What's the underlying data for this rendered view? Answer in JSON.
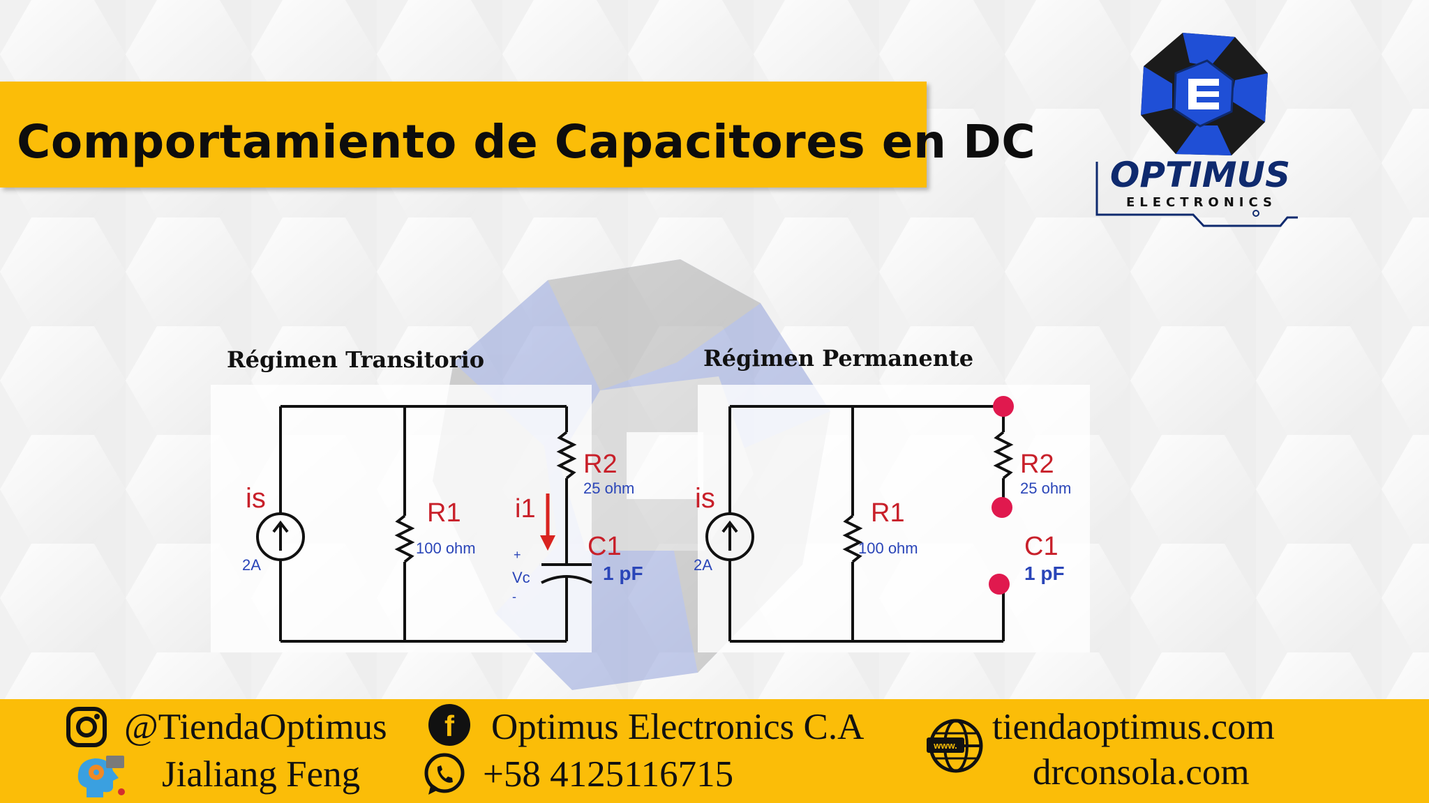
{
  "slide": {
    "title": "Comportamiento de Capacitores en DC"
  },
  "logo": {
    "wordmark": "OPTIMUS",
    "tagline": "ELECTRONICS",
    "colors": {
      "blue": "#1f4fd6",
      "dark": "#1b1b1b",
      "navy": "#0f2a6e"
    }
  },
  "diagram": {
    "left_heading": "Régimen Transitorio",
    "right_heading": "Régimen Permanente",
    "left": {
      "source_label": "is",
      "source_value": "2A",
      "r1_label": "R1",
      "r1_value": "100  ohm",
      "r2_label": "R2",
      "r2_value": "25 ohm",
      "current_label": "i1",
      "c1_label": "C1",
      "c1_value": "1 pF",
      "vc_plus": "+",
      "vc_label": "Vc",
      "vc_minus": "-"
    },
    "right": {
      "source_label": "is",
      "source_value": "2A",
      "r1_label": "R1",
      "r1_value": "100  ohm",
      "r2_label": "R2",
      "r2_value": "25 ohm",
      "c1_label": "C1",
      "c1_value": "1 pF"
    },
    "colors": {
      "label_red": "#c8202a",
      "value_blue": "#2a45b8",
      "node": "#e0194e",
      "arrow": "#d9231f"
    }
  },
  "footer": {
    "instagram": "@TiendaOptimus",
    "facebook": "Optimus Electronics C.A",
    "website_1": "tiendaoptimus.com",
    "website_2": "drconsola.com",
    "person": "Jialiang Feng",
    "phone": "+58 4125116715",
    "web_badge": "www.",
    "background": "#fbbd08",
    "icons": [
      "instagram-icon",
      "facebook-icon",
      "globe-icon",
      "brain-gear-icon",
      "whatsapp-icon"
    ]
  }
}
